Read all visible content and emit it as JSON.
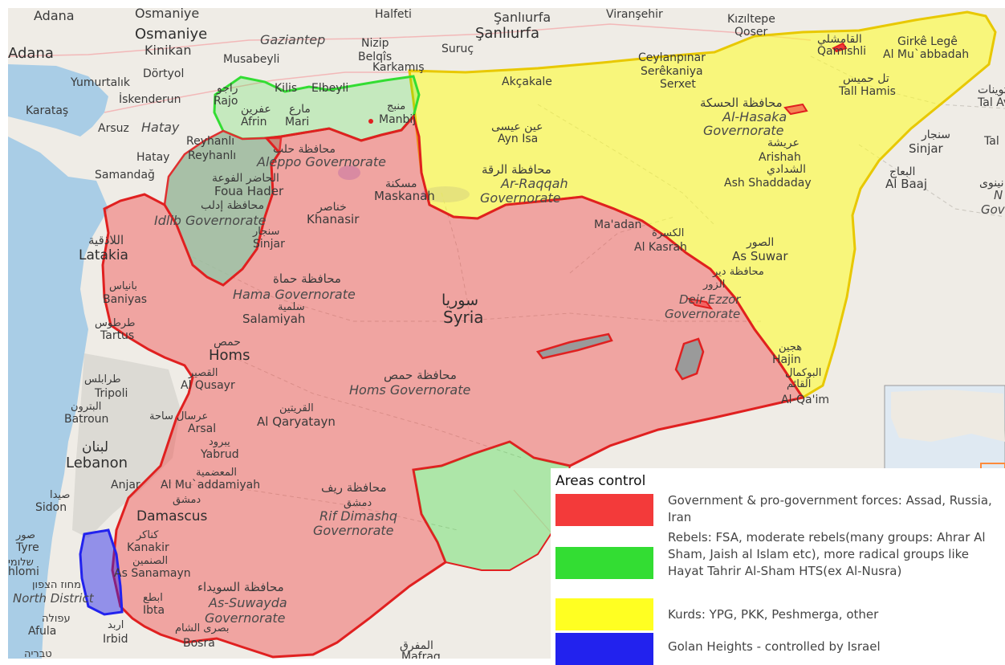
{
  "colors": {
    "government": "#f33a3a",
    "rebels": "#33dd33",
    "kurds": "#ffff22",
    "golan": "#2222ee",
    "sea": "#a9cde6",
    "land": "#efece6"
  },
  "legend": {
    "title": "Areas control",
    "items": [
      {
        "label": "Government & pro-government forces: Assad, Russia, Iran",
        "color": "#f33a3a"
      },
      {
        "label": "Rebels: FSA, moderate rebels(many groups: Ahrar Al Sham, Jaish al Islam etc), more radical groups like Hayat Tahrir Al-Sham HTS(ex Al-Nusra)",
        "color": "#33dd33"
      },
      {
        "label": "Kurds: YPG, PKK, Peshmerga, other",
        "color": "#ffff22"
      },
      {
        "label": "Golan Heights - controlled by Israel",
        "color": "#2222ee"
      }
    ]
  },
  "labels": {
    "adana_top": "Adana",
    "osmaniye_top": "Osmaniye",
    "halfeti": "Halfeti",
    "sanliurfa_top": "Şanlıurfa",
    "viransehir": "Viranşehir",
    "kiziltepe": "Kızıltepe",
    "qoser": "Qoser",
    "osmaniye": "Osmaniye",
    "gaziantep": "Gaziantep",
    "nizip": "Nizip",
    "sanliurfa": "Şanlıurfa",
    "adana": "Adana",
    "kinikan": "Kinikan",
    "belqis": "Belqîs",
    "suruc": "Suruç",
    "qamishli_ar": "القامشلي",
    "qamishli": "Qamishli",
    "girke_lege": "Girkê Legê",
    "al_muabbadah": "Al Mu`abbadah",
    "musabeyli": "Musabeyli",
    "karkamis": "Karkamış",
    "ceylanpinar": "Ceylanpınar",
    "serekaniya": "Serêkaniya",
    "dortyol": "Dörtyol",
    "yumurtalik": "Yumurtalık",
    "iskenderun": "İskenderun",
    "rajo_ar": "راجو",
    "rajo": "Rajo",
    "kilis": "Kilis",
    "elbeyli": "Elbeyli",
    "akcakale": "Akçakale",
    "serxet": "Serxet",
    "tall_hamis_ar": "تل حميس",
    "tall_hamis": "Tall Hamis",
    "tal_a_ar": "توينات",
    "tal_a": "Tal Av",
    "karatas": "Karataş",
    "afrin_ar": "عفرين",
    "afrin": "Afrin",
    "mari_ar": "مارع",
    "mari": "Mari",
    "manbij_ar": "منبج",
    "manbij": "Manbij",
    "hasakah_ar": "محافظة الحسكة",
    "hasakah_gov_1": "Al-Hasaka",
    "hasakah_gov_2": "Governorate",
    "arsuz": "Arsuz",
    "hatay_it": "Hatay",
    "ayn_isa_ar": "عين عيسى",
    "ayn_isa": "Ayn Isa",
    "sinjar_e_ar": "سنجار",
    "sinjar_e": "Sinjar",
    "tal_e": "Tal",
    "reyhanli_1": "Reyhanlı",
    "reyhanli_2": "Reyhanlı",
    "hatay": "Hatay",
    "aleppo_ar": "محافظة حلب",
    "aleppo_gov": "Aleppo Governorate",
    "arishah_ar": "عريشة",
    "arishah": "Arishah",
    "shaddaday_ar": "الشدادي",
    "shaddaday": "Ash Shaddaday",
    "samandag": "Samandağ",
    "raqqa_ar": "محافظة الرقة",
    "raqqa_gov_1": "Ar-Raqqah",
    "raqqa_gov_2": "Governorate",
    "al_baaj_ar": "البعاج",
    "al_baaj": "Al Baaj",
    "ninawa_ar": "نينوى",
    "ninawa_n": "N",
    "ninawa_gov": "Gov",
    "foua_ar": "الحاضر الفوعة",
    "foua": "Foua Hader",
    "maskanah_ar": "مسكنة",
    "maskanah": "Maskanah",
    "idlib_ar": "محافظة إدلب",
    "idlib_gov": "Idlib Governorate",
    "khanasir_ar": "خناصر",
    "khanasir": "Khanasir",
    "latakia_ar": "اللاذقية",
    "latakia": "Latakia",
    "sinjar_w_ar": "سنجار",
    "sinjar_w": "Sinjar",
    "maadan": "Ma'adan",
    "kasrah_ar": "الكسرة",
    "kasrah": "Al Kasrah",
    "suwar_ar": "الصور",
    "suwar": "As Suwar",
    "hama_ar": "محافظة حماة",
    "hama_gov": "Hama Governorate",
    "baniyas_ar": "بانياس",
    "baniyas": "Baniyas",
    "salamiyah_ar": "سلمية",
    "salamiyah": "Salamiyah",
    "syria_ar": "سوريا",
    "syria": "Syria",
    "deir_ar_1": "محافظة دير",
    "deir_ar_2": "الزور",
    "deir_gov_1": "Deir Ezzor",
    "deir_gov_2": "Governorate",
    "tartus_ar": "طرطوس",
    "tartus": "Tartus",
    "homs_ar": "حمص",
    "homs": "Homs",
    "hajin_ar": "هجين",
    "hajin": "Hajin",
    "qaim_ar_1": "البوكمال",
    "qaim_ar_2": "القائم",
    "qaim": "Al-Qa'im",
    "homs_gov_ar": "محافظة حمص",
    "homs_gov": "Homs Governorate",
    "tripoli_ar": "طرابلس",
    "tripoli": "Tripoli",
    "qusayr_ar": "القصير",
    "qusayr": "Al Qusayr",
    "batroun_ar": "البترون",
    "batroun": "Batroun",
    "arsal_ar": "عرسال ساحة",
    "arsal": "Arsal",
    "qaryatayn_ar": "القريتين",
    "qaryatayn": "Al Qaryatayn",
    "lebanon_ar": "لبنان",
    "lebanon": "Lebanon",
    "yabrud_ar": "يبرود",
    "yabrud": "Yabrud",
    "anjar": "Anjar",
    "muadamiyah_ar": "المعضمية",
    "muadamiyah": "Al Mu`addamiyah",
    "saida_ar": "صيدا",
    "sidon": "Sidon",
    "damascus_ar": "دمشق",
    "damascus": "Damascus",
    "rif_ar_1": "محافظة ريف",
    "rif_ar_2": "دمشق",
    "rif_gov_1": "Rif Dimashq",
    "rif_gov_2": "Governorate",
    "tyre_ar": "صور",
    "tyre": "Tyre",
    "tyre_he": "שלומי",
    "kanakir_ar": "كناكر",
    "kanakir": "Kanakir",
    "sanamayn_ar": "الصنمين",
    "sanamayn": "As Sanamayn",
    "shlomi": "hlomi",
    "north_he": "מחוז הצפון",
    "north_district": "North District",
    "ibta_ar": "ابطع",
    "ibta": "Ibta",
    "suwayda_ar": "محافظة السويداء",
    "suwayda_gov_1": "As-Suwayda",
    "suwayda_gov_2": "Governorate",
    "afula_he": "עפולה",
    "afula": "Afula",
    "irbid_ar": "اربد",
    "irbid": "Irbid",
    "bosra_ar": "بصرى الشام",
    "bosra": "Bosra",
    "tiberias_he": "טבריה",
    "mafraq_ar": "المفرق",
    "mafraq": "Mafraq"
  }
}
